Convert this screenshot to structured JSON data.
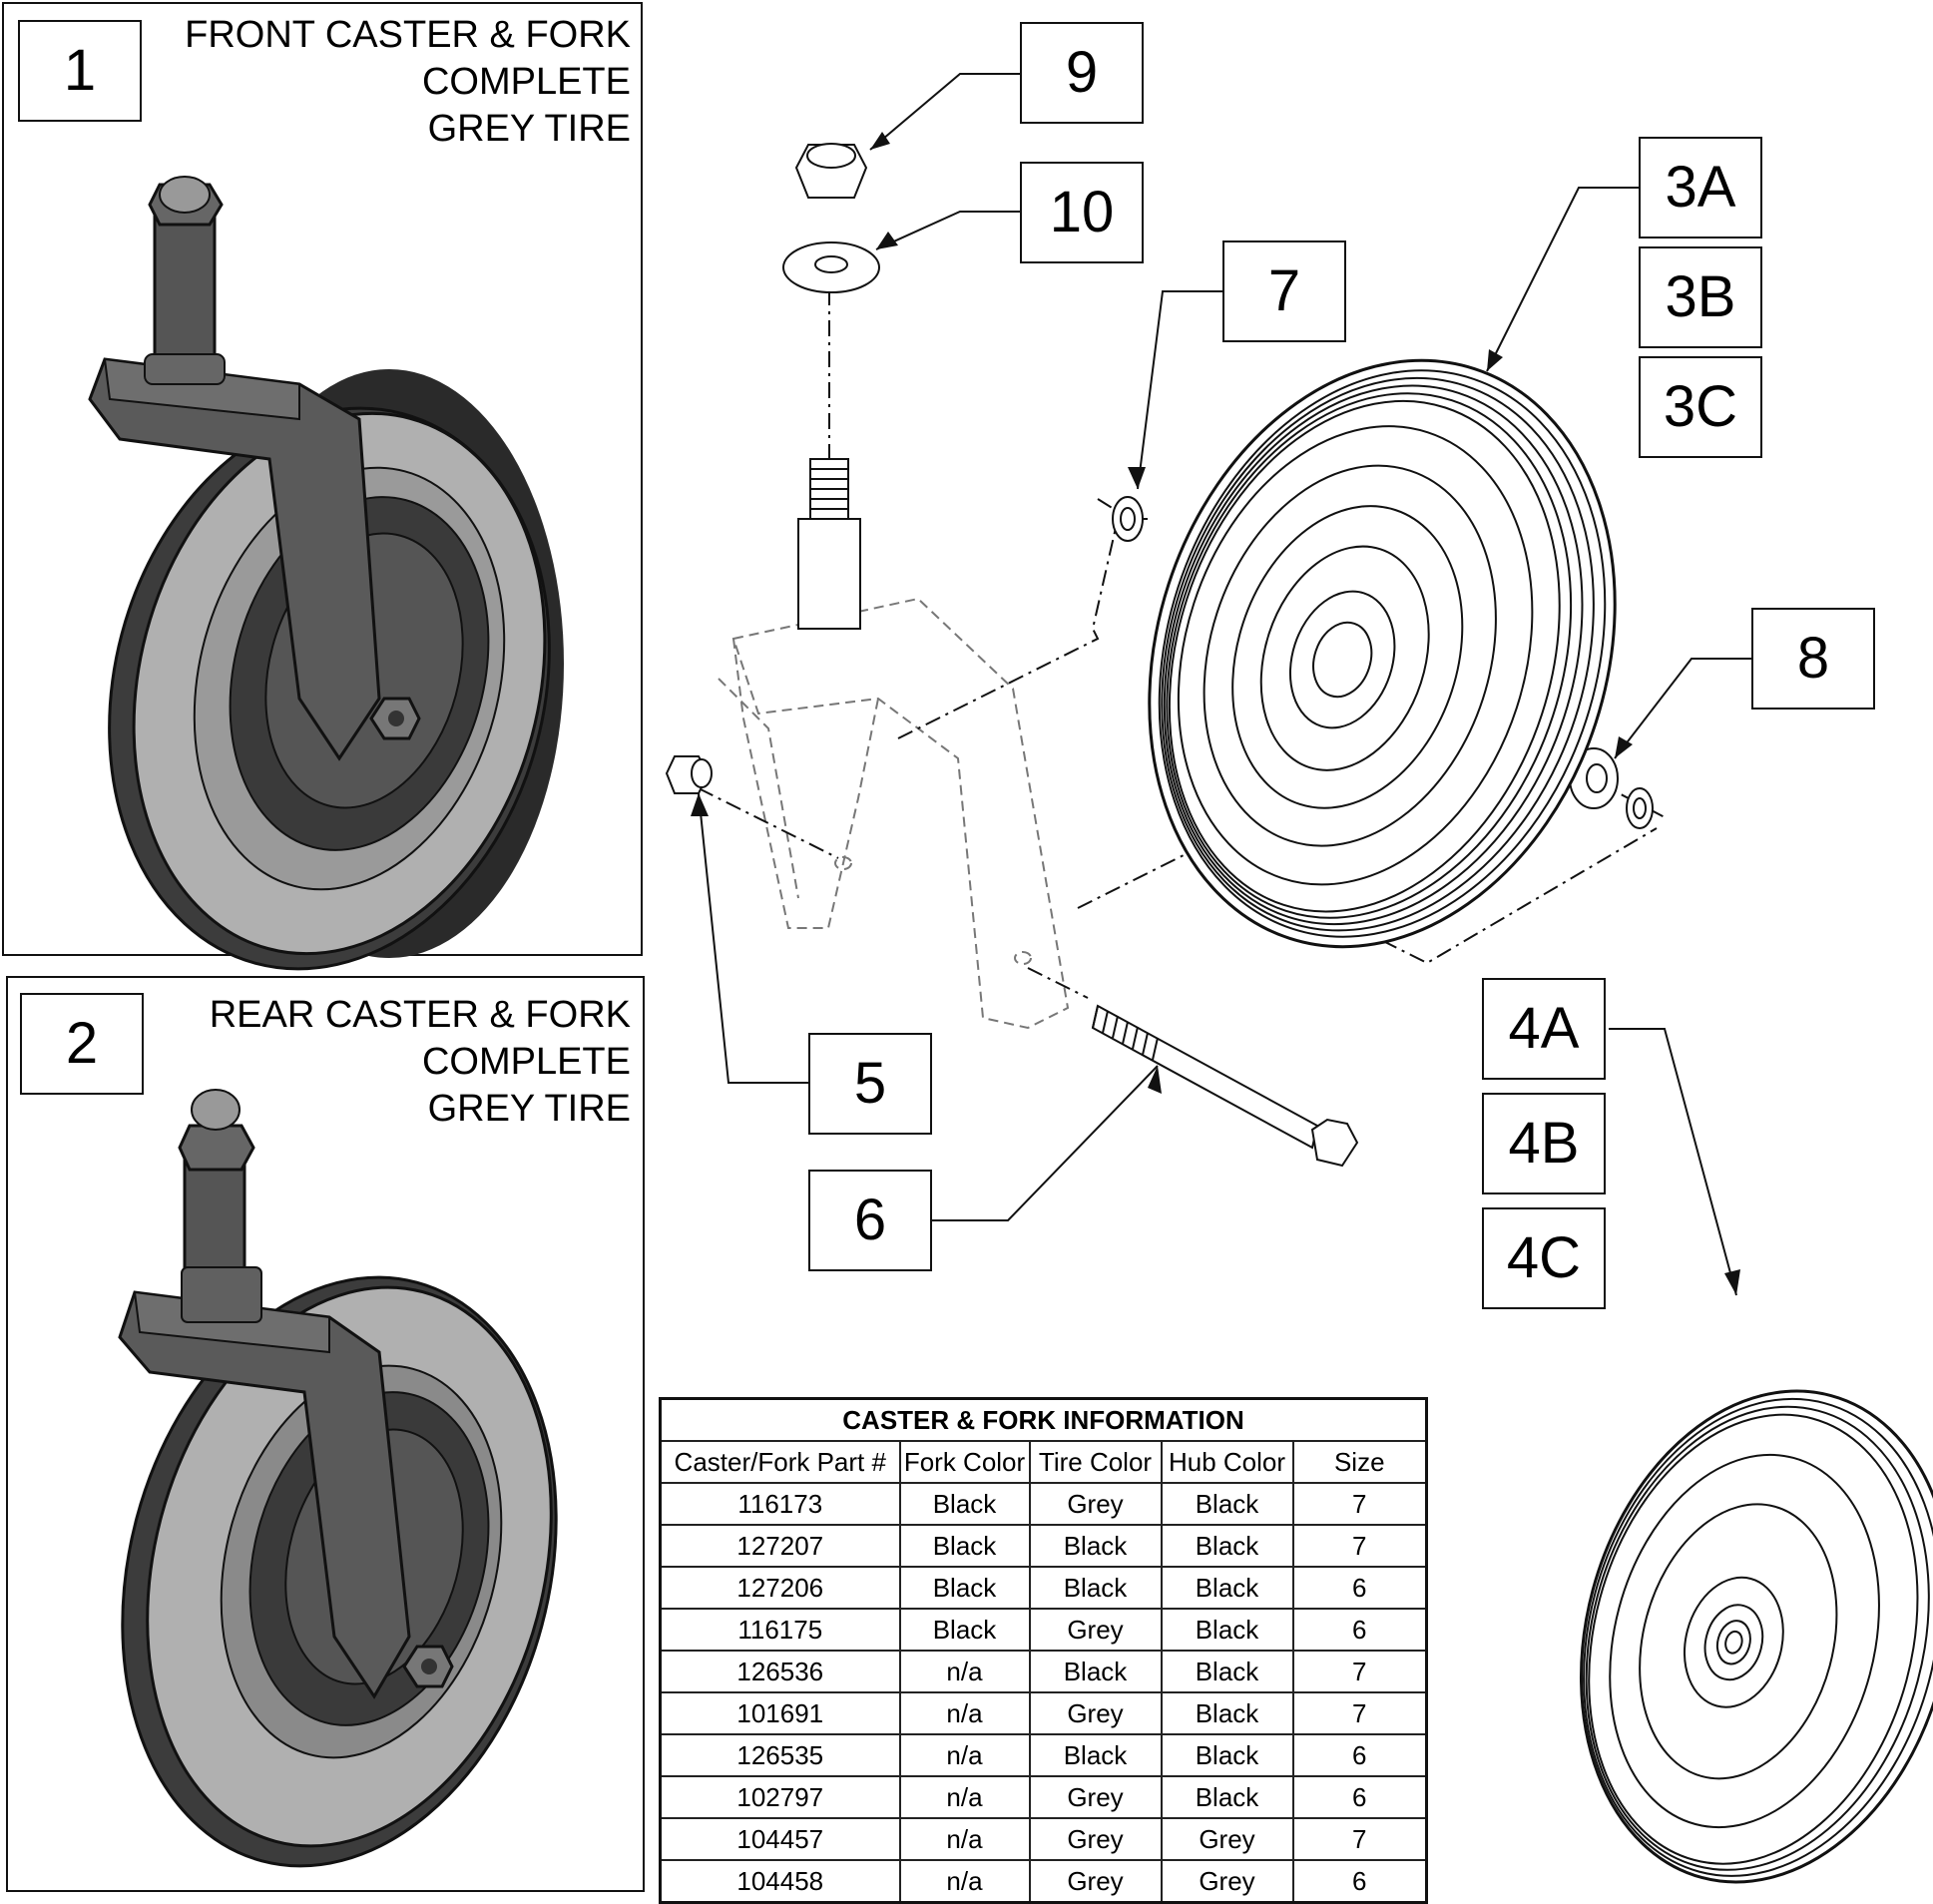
{
  "panels": [
    {
      "number": "1",
      "title_lines": [
        "FRONT CASTER & FORK",
        "COMPLETE",
        "GREY TIRE"
      ]
    },
    {
      "number": "2",
      "title_lines": [
        "REAR CASTER & FORK",
        "COMPLETE",
        "GREY TIRE"
      ]
    }
  ],
  "callouts": {
    "c9": "9",
    "c10": "10",
    "c7": "7",
    "c3a": "3A",
    "c3b": "3B",
    "c3c": "3C",
    "c8": "8",
    "c5": "5",
    "c6": "6",
    "c4a": "4A",
    "c4b": "4B",
    "c4c": "4C"
  },
  "colors": {
    "tire_grey": "#a9a9a9",
    "fork_dark": "#555555",
    "hub_dark": "#444444",
    "line": "#111111"
  },
  "table": {
    "title": "CASTER & FORK INFORMATION",
    "columns": [
      "Caster/Fork Part #",
      "Fork Color",
      "Tire Color",
      "Hub Color",
      "Size"
    ],
    "rows": [
      [
        "116173",
        "Black",
        "Grey",
        "Black",
        "7"
      ],
      [
        "127207",
        "Black",
        "Black",
        "Black",
        "7"
      ],
      [
        "127206",
        "Black",
        "Black",
        "Black",
        "6"
      ],
      [
        "116175",
        "Black",
        "Grey",
        "Black",
        "6"
      ],
      [
        "126536",
        "n/a",
        "Black",
        "Black",
        "7"
      ],
      [
        "101691",
        "n/a",
        "Grey",
        "Black",
        "7"
      ],
      [
        "126535",
        "n/a",
        "Black",
        "Black",
        "6"
      ],
      [
        "102797",
        "n/a",
        "Grey",
        "Black",
        "6"
      ],
      [
        "104457",
        "n/a",
        "Grey",
        "Grey",
        "7"
      ],
      [
        "104458",
        "n/a",
        "Grey",
        "Grey",
        "6"
      ]
    ]
  }
}
